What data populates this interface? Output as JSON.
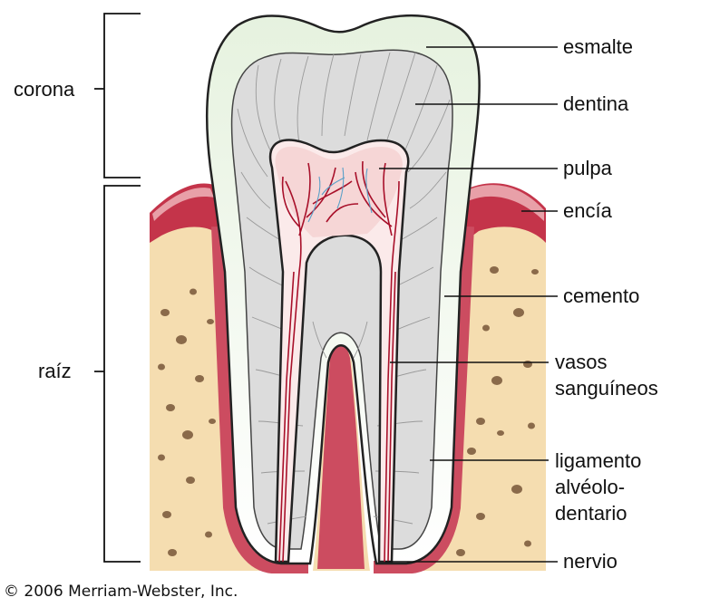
{
  "labels": {
    "corona": "corona",
    "raiz": "raíz",
    "esmalte": "esmalte",
    "dentina": "dentina",
    "pulpa": "pulpa",
    "encia": "encía",
    "cemento": "cemento",
    "vasos_1": "vasos",
    "vasos_2": "sanguíneos",
    "ligamento_1": "ligamento",
    "ligamento_2": "alvéolo-",
    "ligamento_3": "dentario",
    "nervio": "nervio"
  },
  "copyright": "© 2006 Merriam-Webster, Inc.",
  "colors": {
    "bone": "#f5ddb0",
    "bone_spot": "#8a6a4a",
    "gum": "#c4344a",
    "gum_light": "#e8a0a8",
    "cementum": "#cc4c60",
    "dentin": "#dcdcdc",
    "enamel": "#ffffff",
    "pulp": "#f6d6d6",
    "vessel": "#a8102a",
    "vessel_blue": "#5aa0c8"
  }
}
